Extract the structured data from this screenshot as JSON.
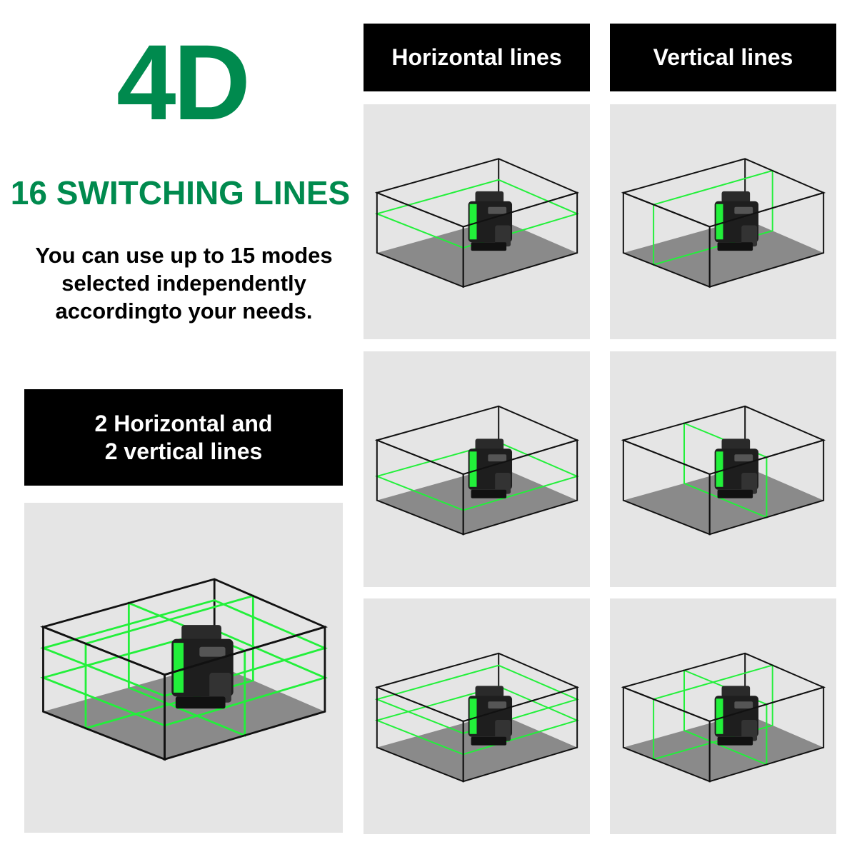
{
  "headline": "4D",
  "subtitle": "16 SWITCHING LINES",
  "description": [
    "You can use up to 15 modes",
    "selected independently",
    "accordingto your needs."
  ],
  "labels": {
    "horizontal": "Horizontal lines",
    "vertical": "Vertical lines",
    "combo": [
      "2 Horizontal and",
      "2 vertical lines"
    ]
  },
  "colors": {
    "brand_green": "#008a4e",
    "laser_green": "#22f03a",
    "panel_bg": "#e5e5e5",
    "floor": "#8a8a8a"
  }
}
